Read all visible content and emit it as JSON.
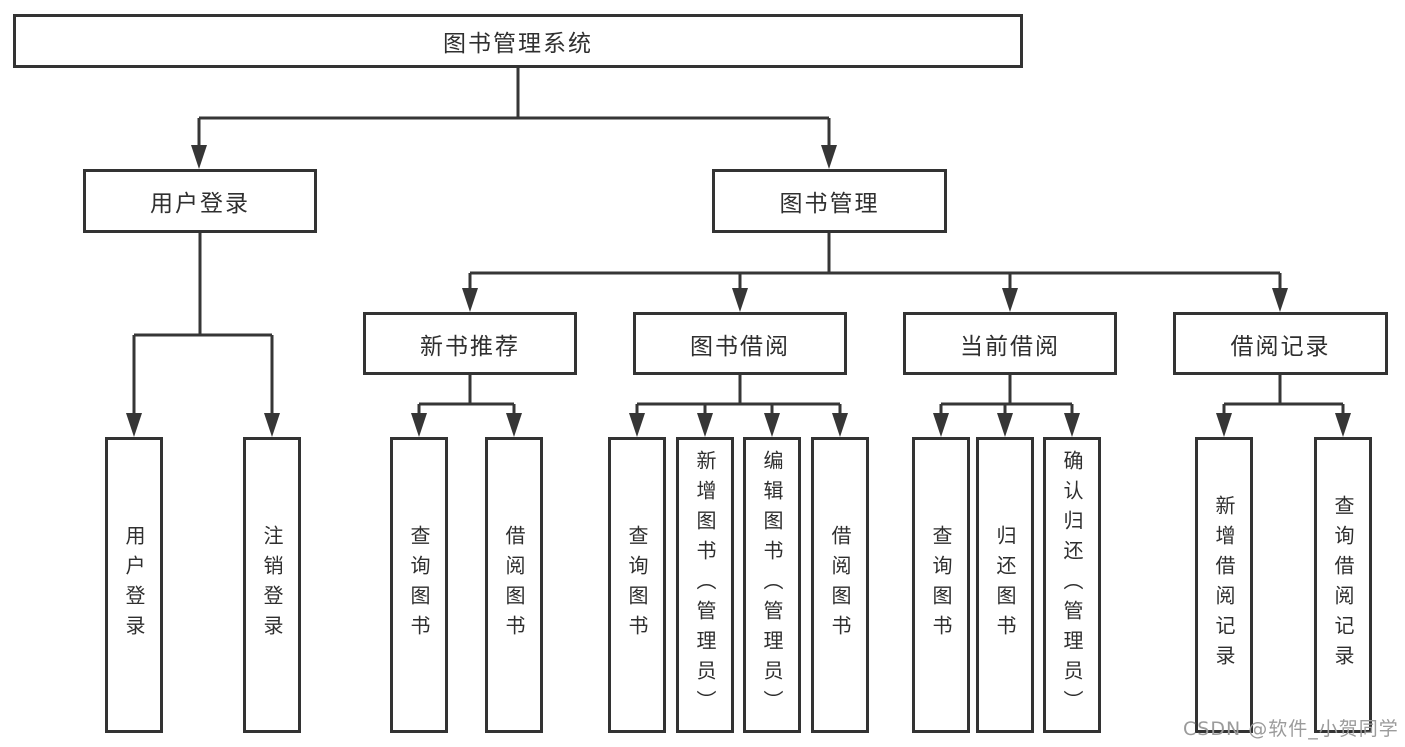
{
  "diagram": {
    "title": "图书管理系统",
    "type": "hierarchy"
  },
  "nodes": {
    "root": {
      "label": "图书管理系统"
    },
    "user_login": {
      "label": "用户登录"
    },
    "book_management": {
      "label": "图书管理"
    },
    "new_book_rec": {
      "label": "新书推荐"
    },
    "book_borrow": {
      "label": "图书借阅"
    },
    "current_borrow": {
      "label": "当前借阅"
    },
    "borrow_records": {
      "label": "借阅记录"
    },
    "leaf_user_login": {
      "label": "用户登录"
    },
    "leaf_logout": {
      "label": "注销登录"
    },
    "leaf_rec_query": {
      "label": "查询图书"
    },
    "leaf_rec_borrow": {
      "label": "借阅图书"
    },
    "leaf_bb_query": {
      "label": "查询图书"
    },
    "leaf_bb_add": {
      "label": "新增图书（管理员）"
    },
    "leaf_bb_edit": {
      "label": "编辑图书（管理员）"
    },
    "leaf_bb_borrow": {
      "label": "借阅图书"
    },
    "leaf_cb_query": {
      "label": "查询图书"
    },
    "leaf_cb_return": {
      "label": "归还图书"
    },
    "leaf_cb_confirm": {
      "label": "确认归还（管理员）"
    },
    "leaf_br_add": {
      "label": "新增借阅记录"
    },
    "leaf_br_query": {
      "label": "查询借阅记录"
    }
  },
  "hierarchy": {
    "label": "图书管理系统",
    "children": [
      {
        "label": "用户登录",
        "children": [
          {
            "label": "用户登录"
          },
          {
            "label": "注销登录"
          }
        ]
      },
      {
        "label": "图书管理",
        "children": [
          {
            "label": "新书推荐",
            "children": [
              {
                "label": "查询图书"
              },
              {
                "label": "借阅图书"
              }
            ]
          },
          {
            "label": "图书借阅",
            "children": [
              {
                "label": "查询图书"
              },
              {
                "label": "新增图书（管理员）"
              },
              {
                "label": "编辑图书（管理员）"
              },
              {
                "label": "借阅图书"
              }
            ]
          },
          {
            "label": "当前借阅",
            "children": [
              {
                "label": "查询图书"
              },
              {
                "label": "归还图书"
              },
              {
                "label": "确认归还（管理员）"
              }
            ]
          },
          {
            "label": "借阅记录",
            "children": [
              {
                "label": "新增借阅记录"
              },
              {
                "label": "查询借阅记录"
              }
            ]
          }
        ]
      }
    ]
  },
  "watermark": {
    "text": "CSDN @软件_小贺同学",
    "color": "#9b9b9b"
  },
  "colors": {
    "line": "#363636",
    "box_border": "#333333",
    "box_fill": "#ffffff",
    "text": "#2f2f2f",
    "background": "#ffffff"
  }
}
